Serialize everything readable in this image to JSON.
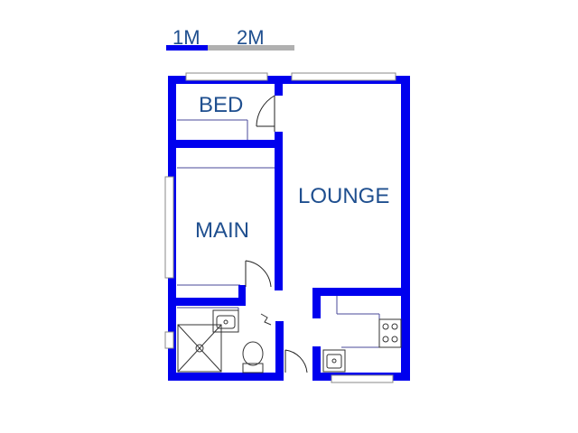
{
  "scale_bar": {
    "label_1": "1M",
    "label_2": "2M"
  },
  "rooms": {
    "bed": "BED",
    "main": "MAIN",
    "lounge": "LOUNGE"
  },
  "colors": {
    "wall": "#0000ee",
    "label": "#1f4f8f",
    "fixture_line": "#4a4a9a",
    "window_frame": "#888888",
    "scale_grey": "#b0b0b0"
  }
}
